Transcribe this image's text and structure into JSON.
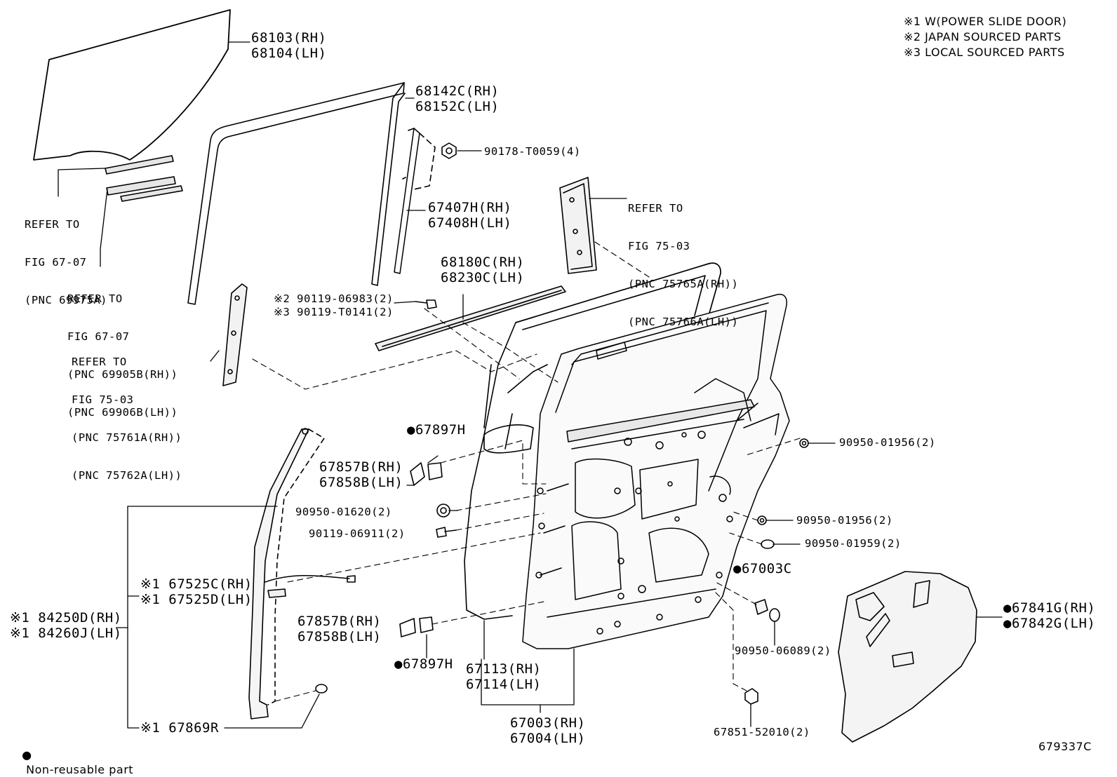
{
  "notes": {
    "note1": "※1 W(POWER SLIDE DOOR)",
    "note2": "※2 JAPAN SOURCED PARTS",
    "note3": "※3 LOCAL SOURCED PARTS"
  },
  "legend": {
    "symbol": "●",
    "text": "Non-reusable part"
  },
  "figure_id": "679337C",
  "parts": {
    "glass_rh": "68103(RH)",
    "glass_lh": "68104(LH)",
    "run_rh": "68142C(RH)",
    "run_lh": "68152C(LH)",
    "nut_90178": "90178-T0059(4)",
    "channel_rh": "67407H(RH)",
    "channel_lh": "67408H(LH)",
    "ref_a": [
      "REFER TO",
      "FIG 67-07",
      "(PNC 69975A)"
    ],
    "ref_b": [
      "REFER TO",
      "FIG 67-07",
      "(PNC 69905B(RH))",
      "(PNC 69906B(LH))"
    ],
    "ref_c": [
      "REFER TO",
      "FIG 75-03",
      "(PNC 75761A(RH))",
      "(PNC 75762A(LH))"
    ],
    "ref_d": [
      "REFER TO",
      "FIG 75-03",
      "(PNC 75765A(RH))",
      "(PNC 75766A(LH))"
    ],
    "weather_rh": "68180C(RH)",
    "weather_lh": "68230C(LH)",
    "bolt_jp": "※2 90119-06983(2)",
    "bolt_local": "※3 90119-T0141(2)",
    "bumper_top": "●67897H",
    "hinge_top_rh": "67857B(RH)",
    "hinge_top_lh": "67858B(LH)",
    "plug_01620": "90950-01620(2)",
    "bolt_06911": "90119-06911(2)",
    "plug_01956_a": "90950-01956(2)",
    "plug_01956_b": "90950-01956(2)",
    "plug_01959": "90950-01959(2)",
    "plug_67003c": "●67003C",
    "plug_06089": "90950-06089(2)",
    "harness_rh": "※1 67525C(RH)",
    "harness_lh": "※1 67525D(LH)",
    "sensor_rh": "※1 84250D(RH)",
    "sensor_lh": "※1 84260J(LH)",
    "hinge_bot_rh": "67857B(RH)",
    "hinge_bot_lh": "67858B(LH)",
    "bumper_bot": "●67897H",
    "panel_rh": "67113(RH)",
    "panel_lh": "67114(LH)",
    "door_rh": "67003(RH)",
    "door_lh": "67004(LH)",
    "cover_67869r": "※1 67869R",
    "clip_52010": "67851-52010(2)",
    "hole_cover_rh": "●67841G(RH)",
    "hole_cover_lh": "●67842G(LH)"
  }
}
